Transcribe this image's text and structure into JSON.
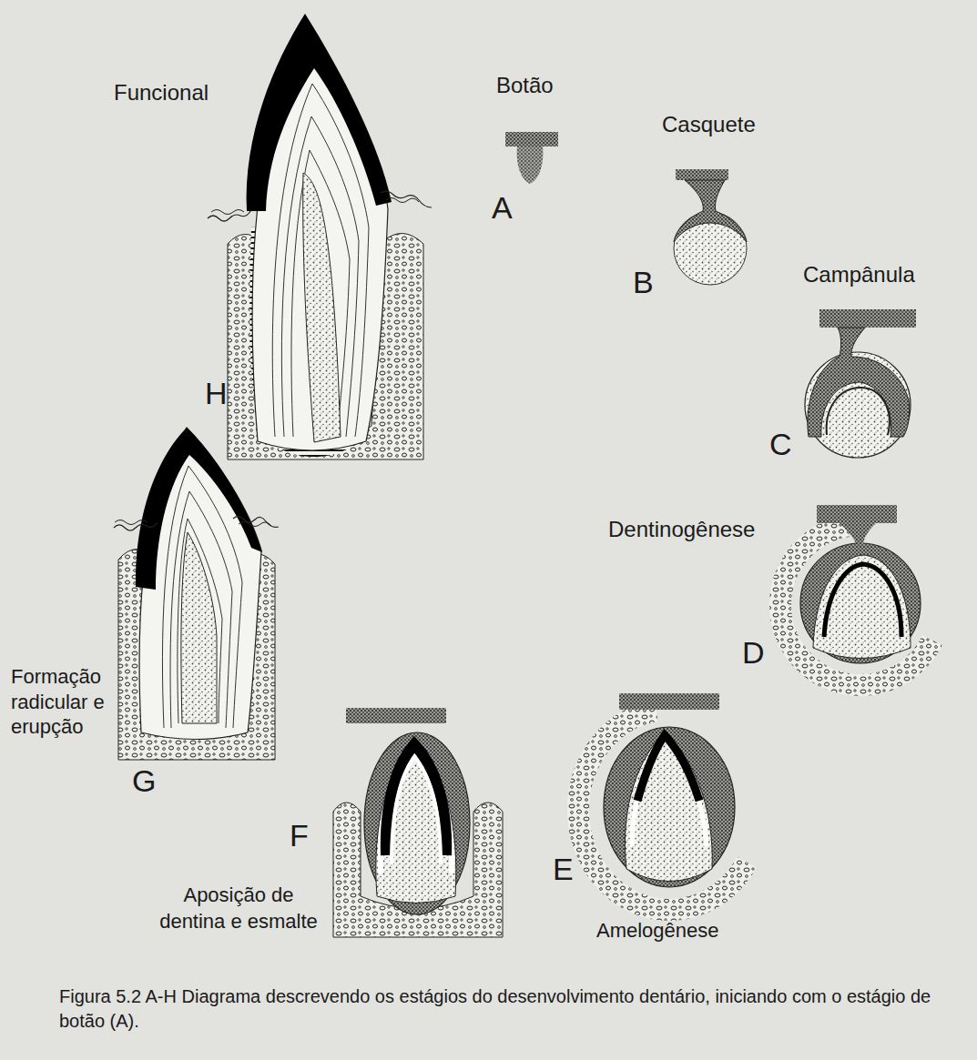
{
  "diagram": {
    "caption": "Figura 5.2 A-H Diagrama descrevendo os estágios do desenvolvimento dentário, iniciando com o estágio de botão (A).",
    "labels": [
      "Funcional",
      "Botão",
      "A",
      "Casquete",
      "B",
      "Campânula",
      "C",
      "H",
      "Dentinogênese",
      "D",
      "Formação radicular e erupção",
      "G",
      "F",
      "E",
      "Aposição de dentina e esmalte",
      "Amelogênese"
    ]
  }
}
